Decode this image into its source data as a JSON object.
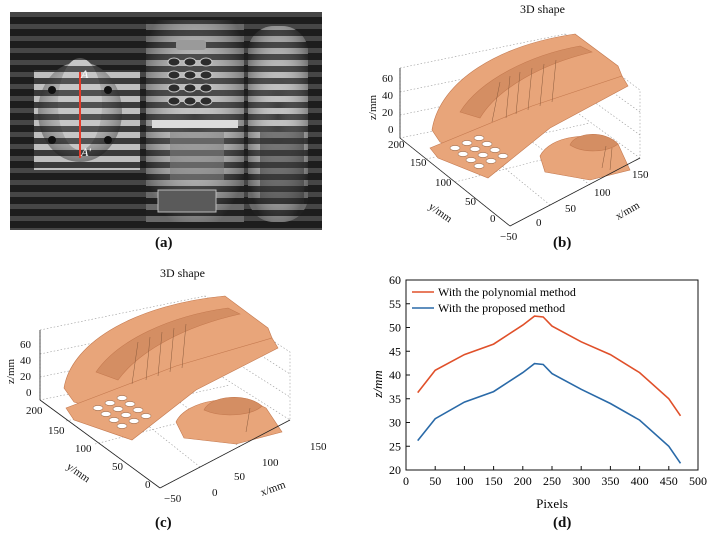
{
  "figure": {
    "panels": {
      "a": {
        "caption": "(a)",
        "marker_top": "A",
        "marker_bottom": "A'"
      },
      "b": {
        "caption": "(b)",
        "title": "3D shape",
        "zlabel": "z/mm",
        "ylabel": "y/mm",
        "xlabel": "x/mm",
        "z_ticks": [
          "0",
          "20",
          "40",
          "60"
        ],
        "y_ticks": [
          "200",
          "150",
          "100",
          "50",
          "0",
          "−50"
        ],
        "x_ticks": [
          "0",
          "50",
          "100",
          "150"
        ]
      },
      "c": {
        "caption": "(c)",
        "title": "3D shape",
        "zlabel": "z/mm",
        "ylabel": "y/mm",
        "xlabel": "x/mm",
        "z_ticks": [
          "0",
          "20",
          "40",
          "60"
        ],
        "y_ticks": [
          "200",
          "150",
          "100",
          "50",
          "0",
          "−50"
        ],
        "x_ticks": [
          "0",
          "50",
          "100",
          "150"
        ]
      },
      "d": {
        "caption": "(d)"
      }
    },
    "colors": {
      "surface": "#e8a57a",
      "surface_dark": "#c4794f",
      "series1": "#e0502a",
      "series2": "#2a6aa8"
    }
  },
  "chart_data": {
    "type": "line",
    "title": "",
    "xlabel": "Pixels",
    "ylabel": "z/mm",
    "xlim": [
      0,
      500
    ],
    "ylim": [
      20,
      60
    ],
    "x_ticks": [
      0,
      50,
      100,
      150,
      200,
      250,
      300,
      350,
      400,
      450,
      500
    ],
    "y_ticks": [
      20,
      25,
      30,
      35,
      40,
      45,
      50,
      55,
      60
    ],
    "legend": "top-left",
    "series": [
      {
        "name": "With the polynomial method",
        "color": "#e0502a",
        "x": [
          20,
          50,
          100,
          150,
          200,
          220,
          235,
          250,
          300,
          350,
          400,
          450,
          470
        ],
        "y": [
          36.3,
          41.0,
          44.3,
          46.5,
          50.5,
          52.4,
          52.2,
          50.3,
          47.0,
          44.3,
          40.5,
          35.0,
          31.4
        ]
      },
      {
        "name": "With the proposed method",
        "color": "#2a6aa8",
        "x": [
          20,
          50,
          100,
          150,
          200,
          220,
          235,
          250,
          300,
          350,
          400,
          450,
          470
        ],
        "y": [
          26.2,
          30.8,
          34.3,
          36.5,
          40.5,
          42.4,
          42.2,
          40.3,
          37.0,
          34.0,
          30.5,
          25.0,
          21.4
        ]
      }
    ]
  }
}
